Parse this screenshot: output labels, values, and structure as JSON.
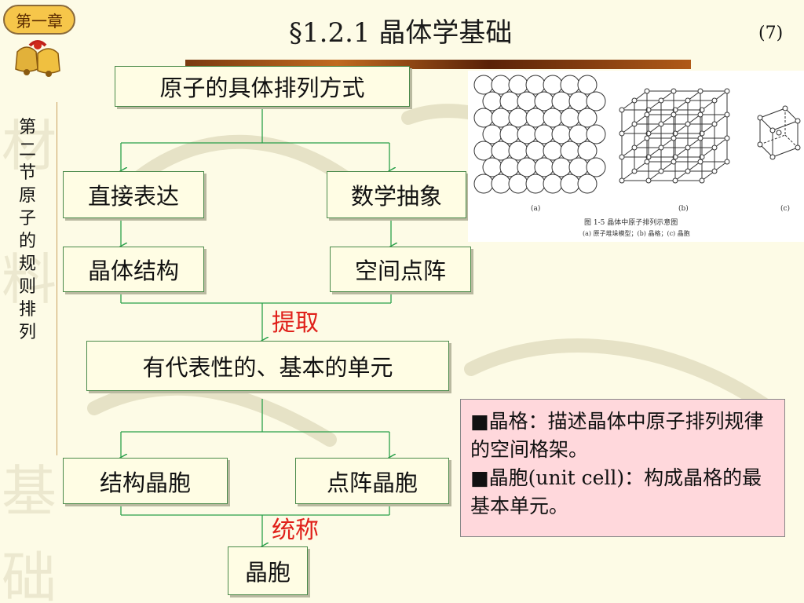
{
  "chapter_badge": "第一章",
  "title": "§1.2.1 晶体学基础",
  "page_number": "(7)",
  "side_section": "第二节 原子的规则排列",
  "watermark_text": "材料基础",
  "flow": {
    "top": "原子的具体排列方式",
    "left1": "直接表达",
    "right1": "数学抽象",
    "left2": "晶体结构",
    "right2": "空间点阵",
    "extract_label": "提取",
    "middle": "有代表性的、基本的单元",
    "left3": "结构晶胞",
    "right3": "点阵晶胞",
    "combine_label": "统称",
    "bottom": "晶胞"
  },
  "figure": {
    "label_a": "(a)",
    "label_b": "(b)",
    "label_c": "(c)",
    "caption": "图 1-5   晶体中原子排列示意图",
    "subcaption": "(a) 原子堆垛模型；(b) 晶格；(c) 晶胞"
  },
  "definitions": {
    "line1": "■晶格：描述晶体中原子排列规律的空间格架。",
    "line2": "■晶胞(unit cell)：构成晶格的最基本单元。"
  },
  "colors": {
    "accent_red": "#e0201a",
    "box_border": "#4a8a4a",
    "note_bg": "#ffd8dc"
  }
}
